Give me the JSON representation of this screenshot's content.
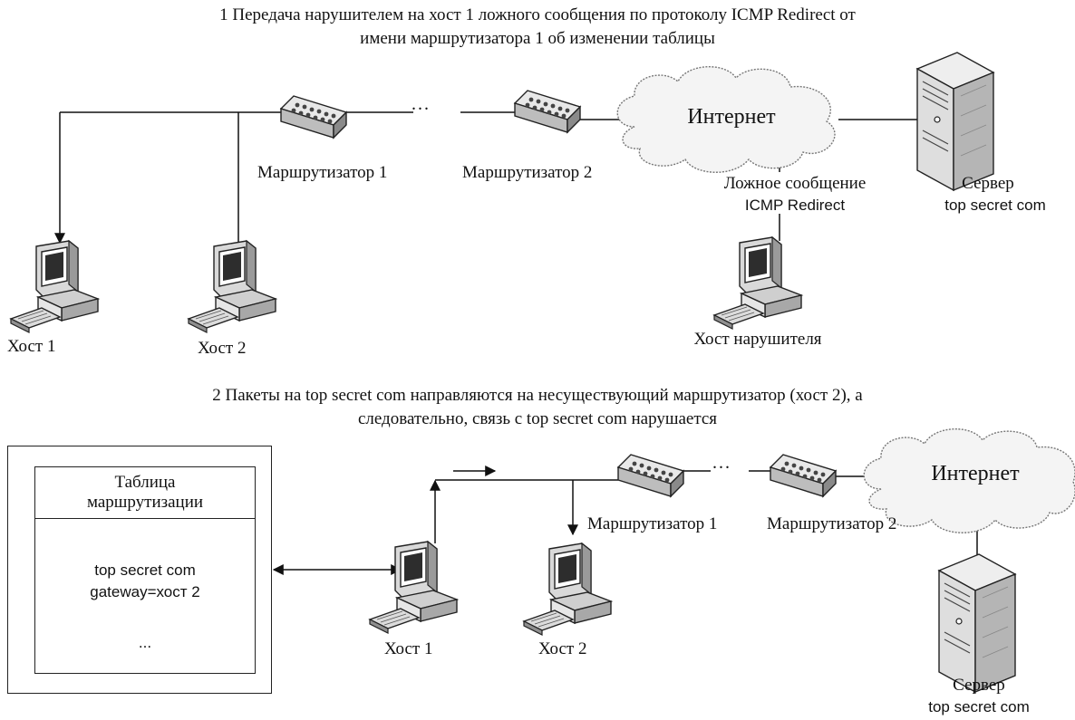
{
  "top_section": {
    "caption_line1": "1 Передача нарушителем на хост 1 ложного сообщения по протоколу ICMP Redirect от",
    "caption_line2": "имени маршрутизатора 1 об изменении таблицы",
    "router1_label": "Маршрутизатор 1",
    "router2_label": "Маршрутизатор 2",
    "ellipsis": "...",
    "cloud_label": "Интернет",
    "message_line1": "Ложное сообщение",
    "message_line2": "ICMP Redirect",
    "server_line1": "Сервер",
    "server_line2": "top secret com",
    "host1_label": "Хост 1",
    "host2_label": "Хост 2",
    "attacker_label": "Хост нарушителя"
  },
  "bottom_section": {
    "caption_line1": "2 Пакеты на top secret com направляются на несуществующий маршрутизатор (хост 2), а",
    "caption_line2": "следовательно, связь с top secret com нарушается",
    "routing_table_title": "Таблица маршрутизации",
    "routing_entry_line1": "top secret com",
    "routing_entry_line2": "gateway=хост 2",
    "routing_more": "...",
    "router1_label": "Маршрутизатор 1",
    "router2_label": "Маршрутизатор 2",
    "ellipsis": "...",
    "cloud_label": "Интернет",
    "host1_label": "Хост 1",
    "host2_label": "Хост 2",
    "server_line1": "Сервер",
    "server_line2": "top secret com"
  }
}
